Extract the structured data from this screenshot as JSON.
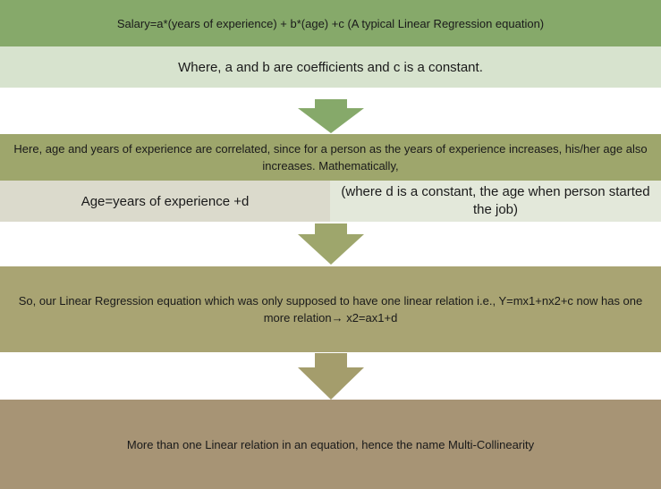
{
  "boxes": {
    "salary_equation": "Salary=a*(years of experience) + b*(age) +c (A typical Linear Regression equation)",
    "coefficients_note": "Where, a and b are coefficients and c is a constant.",
    "correlation_note": "Here, age and years of experience are correlated, since for a person as the years of experience increases, his/her age also increases. Mathematically,",
    "age_equation": "Age=years of experience +d",
    "age_constant_note": "(where d is a constant, the age when person started the job)",
    "relation_text_part1": "So, our Linear Regression equation which was only supposed to have one linear relation i.e., Y=mx1+nx2+c now has one more relation",
    "relation_arrow_glyph": "→",
    "relation_text_part2": " x2=ax1+d",
    "conclusion": "More than one Linear relation in an equation, hence the name Multi-Collinearity"
  },
  "colors": {
    "box1": "#86a96a",
    "box1_sub": "#d7e3ce",
    "box2": "#9ea66c",
    "box3": "#a9a473",
    "box4": "#a79475",
    "arrow1": "#86a96a",
    "arrow2": "#9ea66c",
    "arrow3": "#a49d6c"
  },
  "icons": [
    "down-arrow-icon",
    "right-arrow-icon"
  ]
}
